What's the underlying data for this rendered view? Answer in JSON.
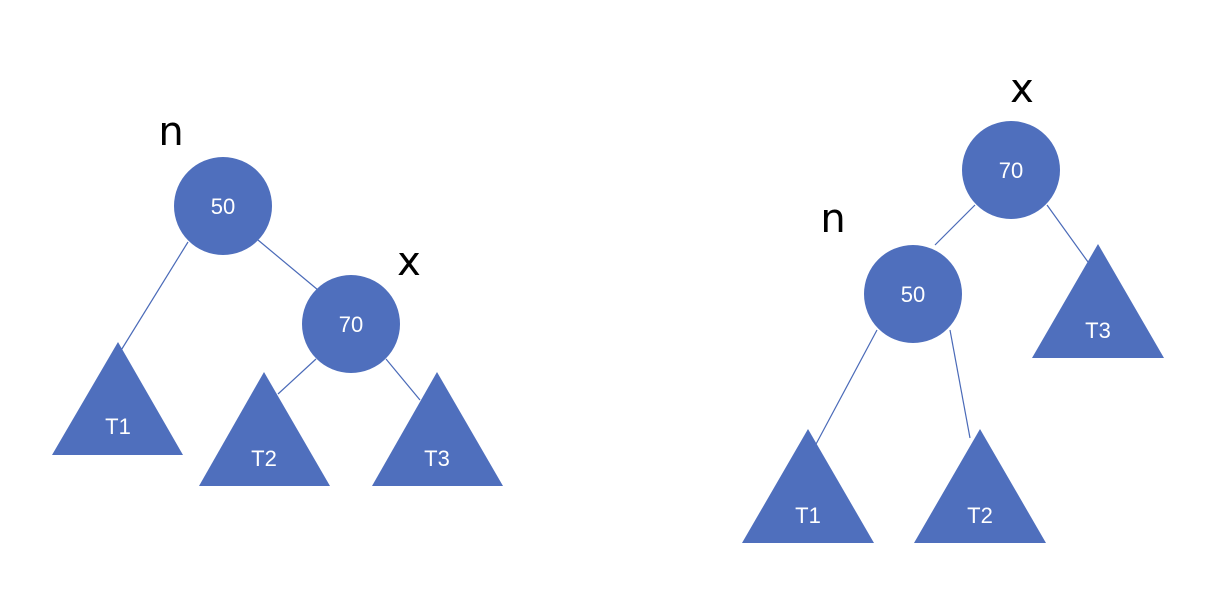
{
  "before": {
    "pointers": {
      "n": "n",
      "x": "x"
    },
    "nodes": {
      "root": "50",
      "child": "70"
    },
    "subtrees": {
      "t1": "T1",
      "t2": "T2",
      "t3": "T3"
    }
  },
  "after": {
    "pointers": {
      "x": "x",
      "n": "n"
    },
    "nodes": {
      "root": "70",
      "child": "50"
    },
    "subtrees": {
      "t1": "T1",
      "t2": "T2",
      "t3": "T3"
    }
  },
  "colors": {
    "node_fill": "#4f6fbd",
    "edge": "#4a6ab8",
    "label": "#ffffff",
    "pointer": "#000000"
  }
}
